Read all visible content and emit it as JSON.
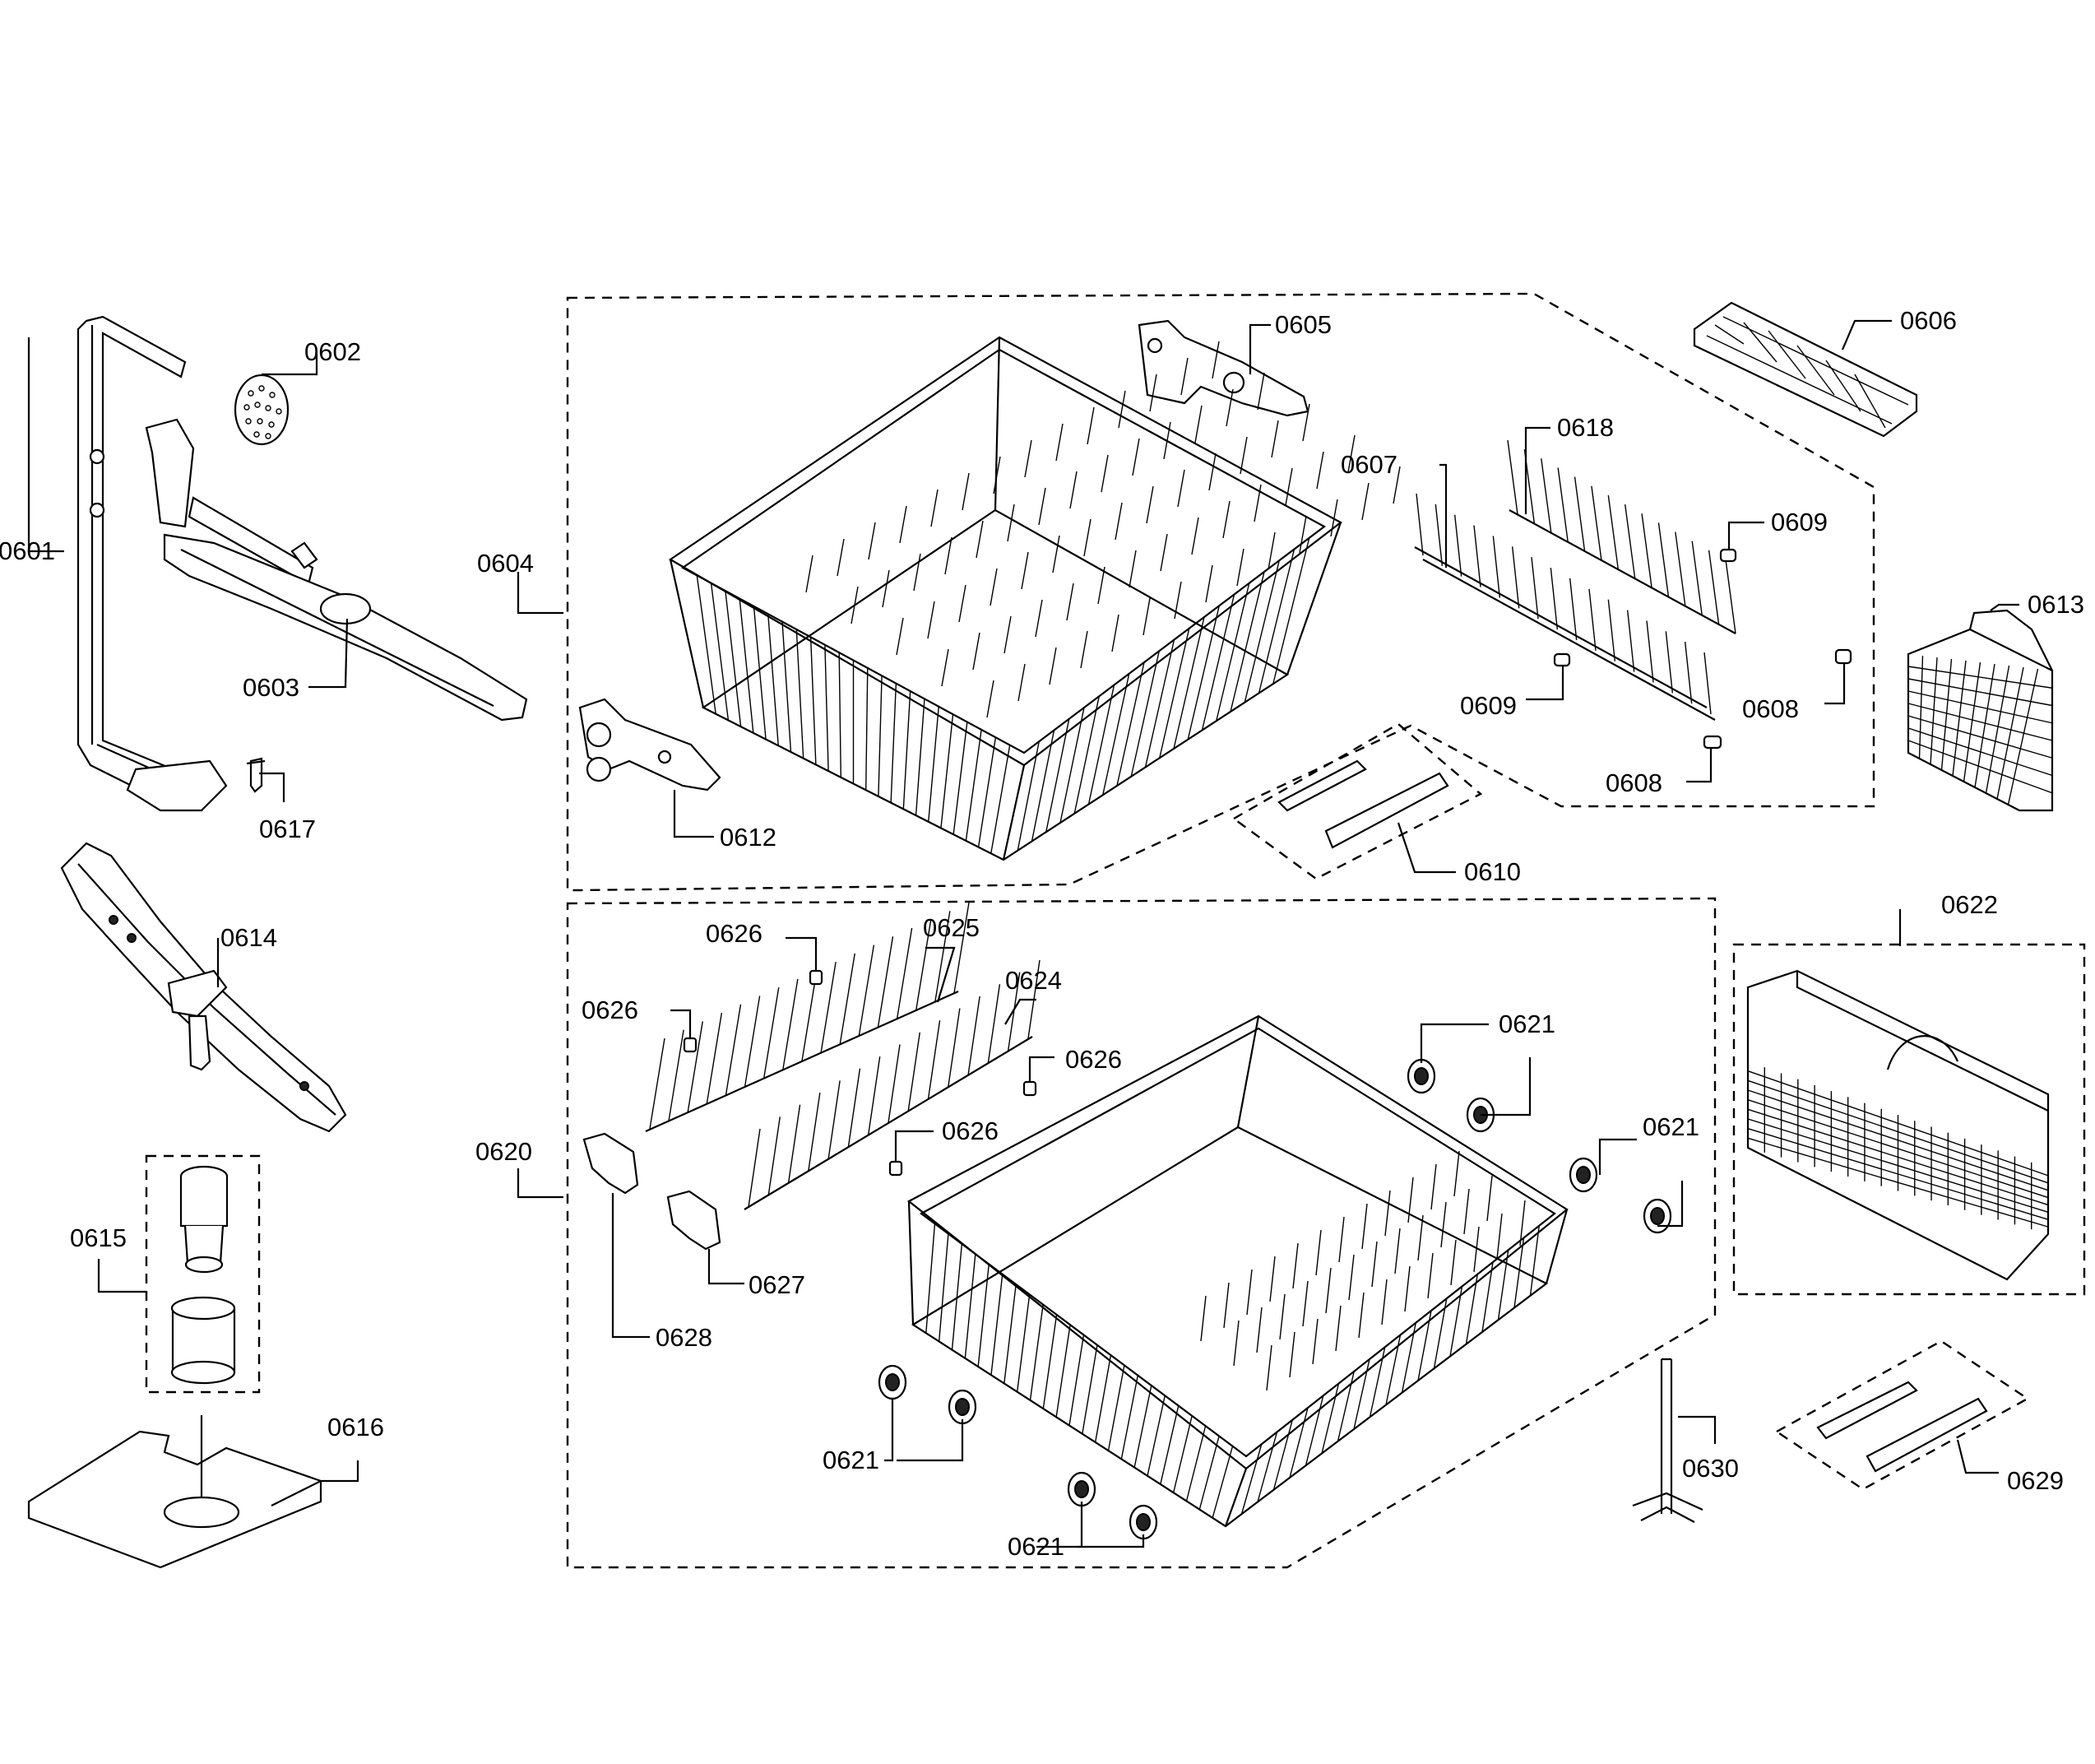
{
  "callouts": {
    "c0601": "0601",
    "c0602": "0602",
    "c0603": "0603",
    "c0604": "0604",
    "c0605": "0605",
    "c0606": "0606",
    "c0607": "0607",
    "c0608a": "0608",
    "c0608b": "0608",
    "c0609a": "0609",
    "c0609b": "0609",
    "c0610": "0610",
    "c0612": "0612",
    "c0613": "0613",
    "c0614": "0614",
    "c0615": "0615",
    "c0616": "0616",
    "c0617": "0617",
    "c0618": "0618",
    "c0620": "0620",
    "c0621a": "0621",
    "c0621b": "0621",
    "c0621c": "0621",
    "c0621d": "0621",
    "c0622": "0622",
    "c0624": "0624",
    "c0625": "0625",
    "c0626a": "0626",
    "c0626b": "0626",
    "c0626c": "0626",
    "c0626d": "0626",
    "c0627": "0627",
    "c0628": "0628",
    "c0629": "0629",
    "c0630": "0630"
  }
}
